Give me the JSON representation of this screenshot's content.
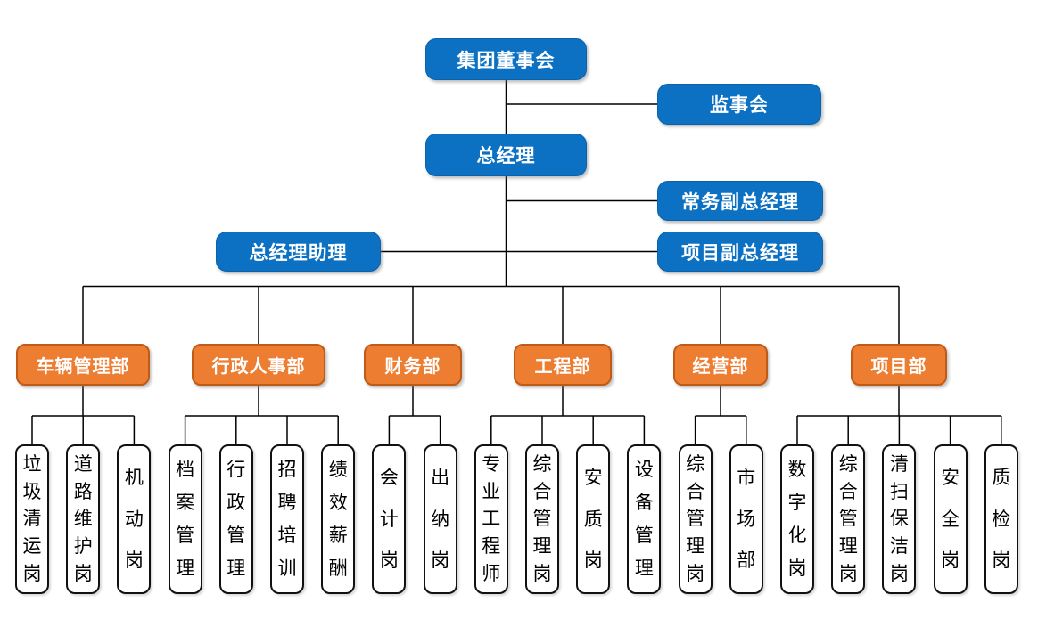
{
  "top_nodes": {
    "board": "集团董事会",
    "supervisory": "监事会",
    "general_manager": "总经理",
    "executive_deputy_gm": "常务副总经理",
    "gm_assistant": "总经理助理",
    "project_deputy_gm": "项目副总经理"
  },
  "departments": [
    {
      "name": "车辆管理部",
      "positions": [
        "垃圾清运岗",
        "道路维护岗",
        "机动岗"
      ]
    },
    {
      "name": "行政人事部",
      "positions": [
        "档案管理",
        "行政管理",
        "招聘培训",
        "绩效薪酬"
      ]
    },
    {
      "name": "财务部",
      "positions": [
        "会计岗",
        "出纳岗"
      ]
    },
    {
      "name": "工程部",
      "positions": [
        "专业工程师",
        "综合管理岗",
        "安质岗",
        "设备管理"
      ]
    },
    {
      "name": "经营部",
      "positions": [
        "综合管理岗",
        "市场部"
      ]
    },
    {
      "name": "项目部",
      "positions": [
        "数字化岗",
        "综合管理岗",
        "清扫保洁岗",
        "安全岗",
        "质检岗"
      ]
    }
  ],
  "colors": {
    "executive_fill": "#0C71C3",
    "executive_border": "#0A62AB",
    "department_fill": "#ED7D31",
    "department_border": "#BF5B17",
    "position_fill": "#FFFFFF",
    "position_border": "#111111",
    "connector": "#000000",
    "text_on_color": "#FFFFFF",
    "position_text": "#000000"
  }
}
